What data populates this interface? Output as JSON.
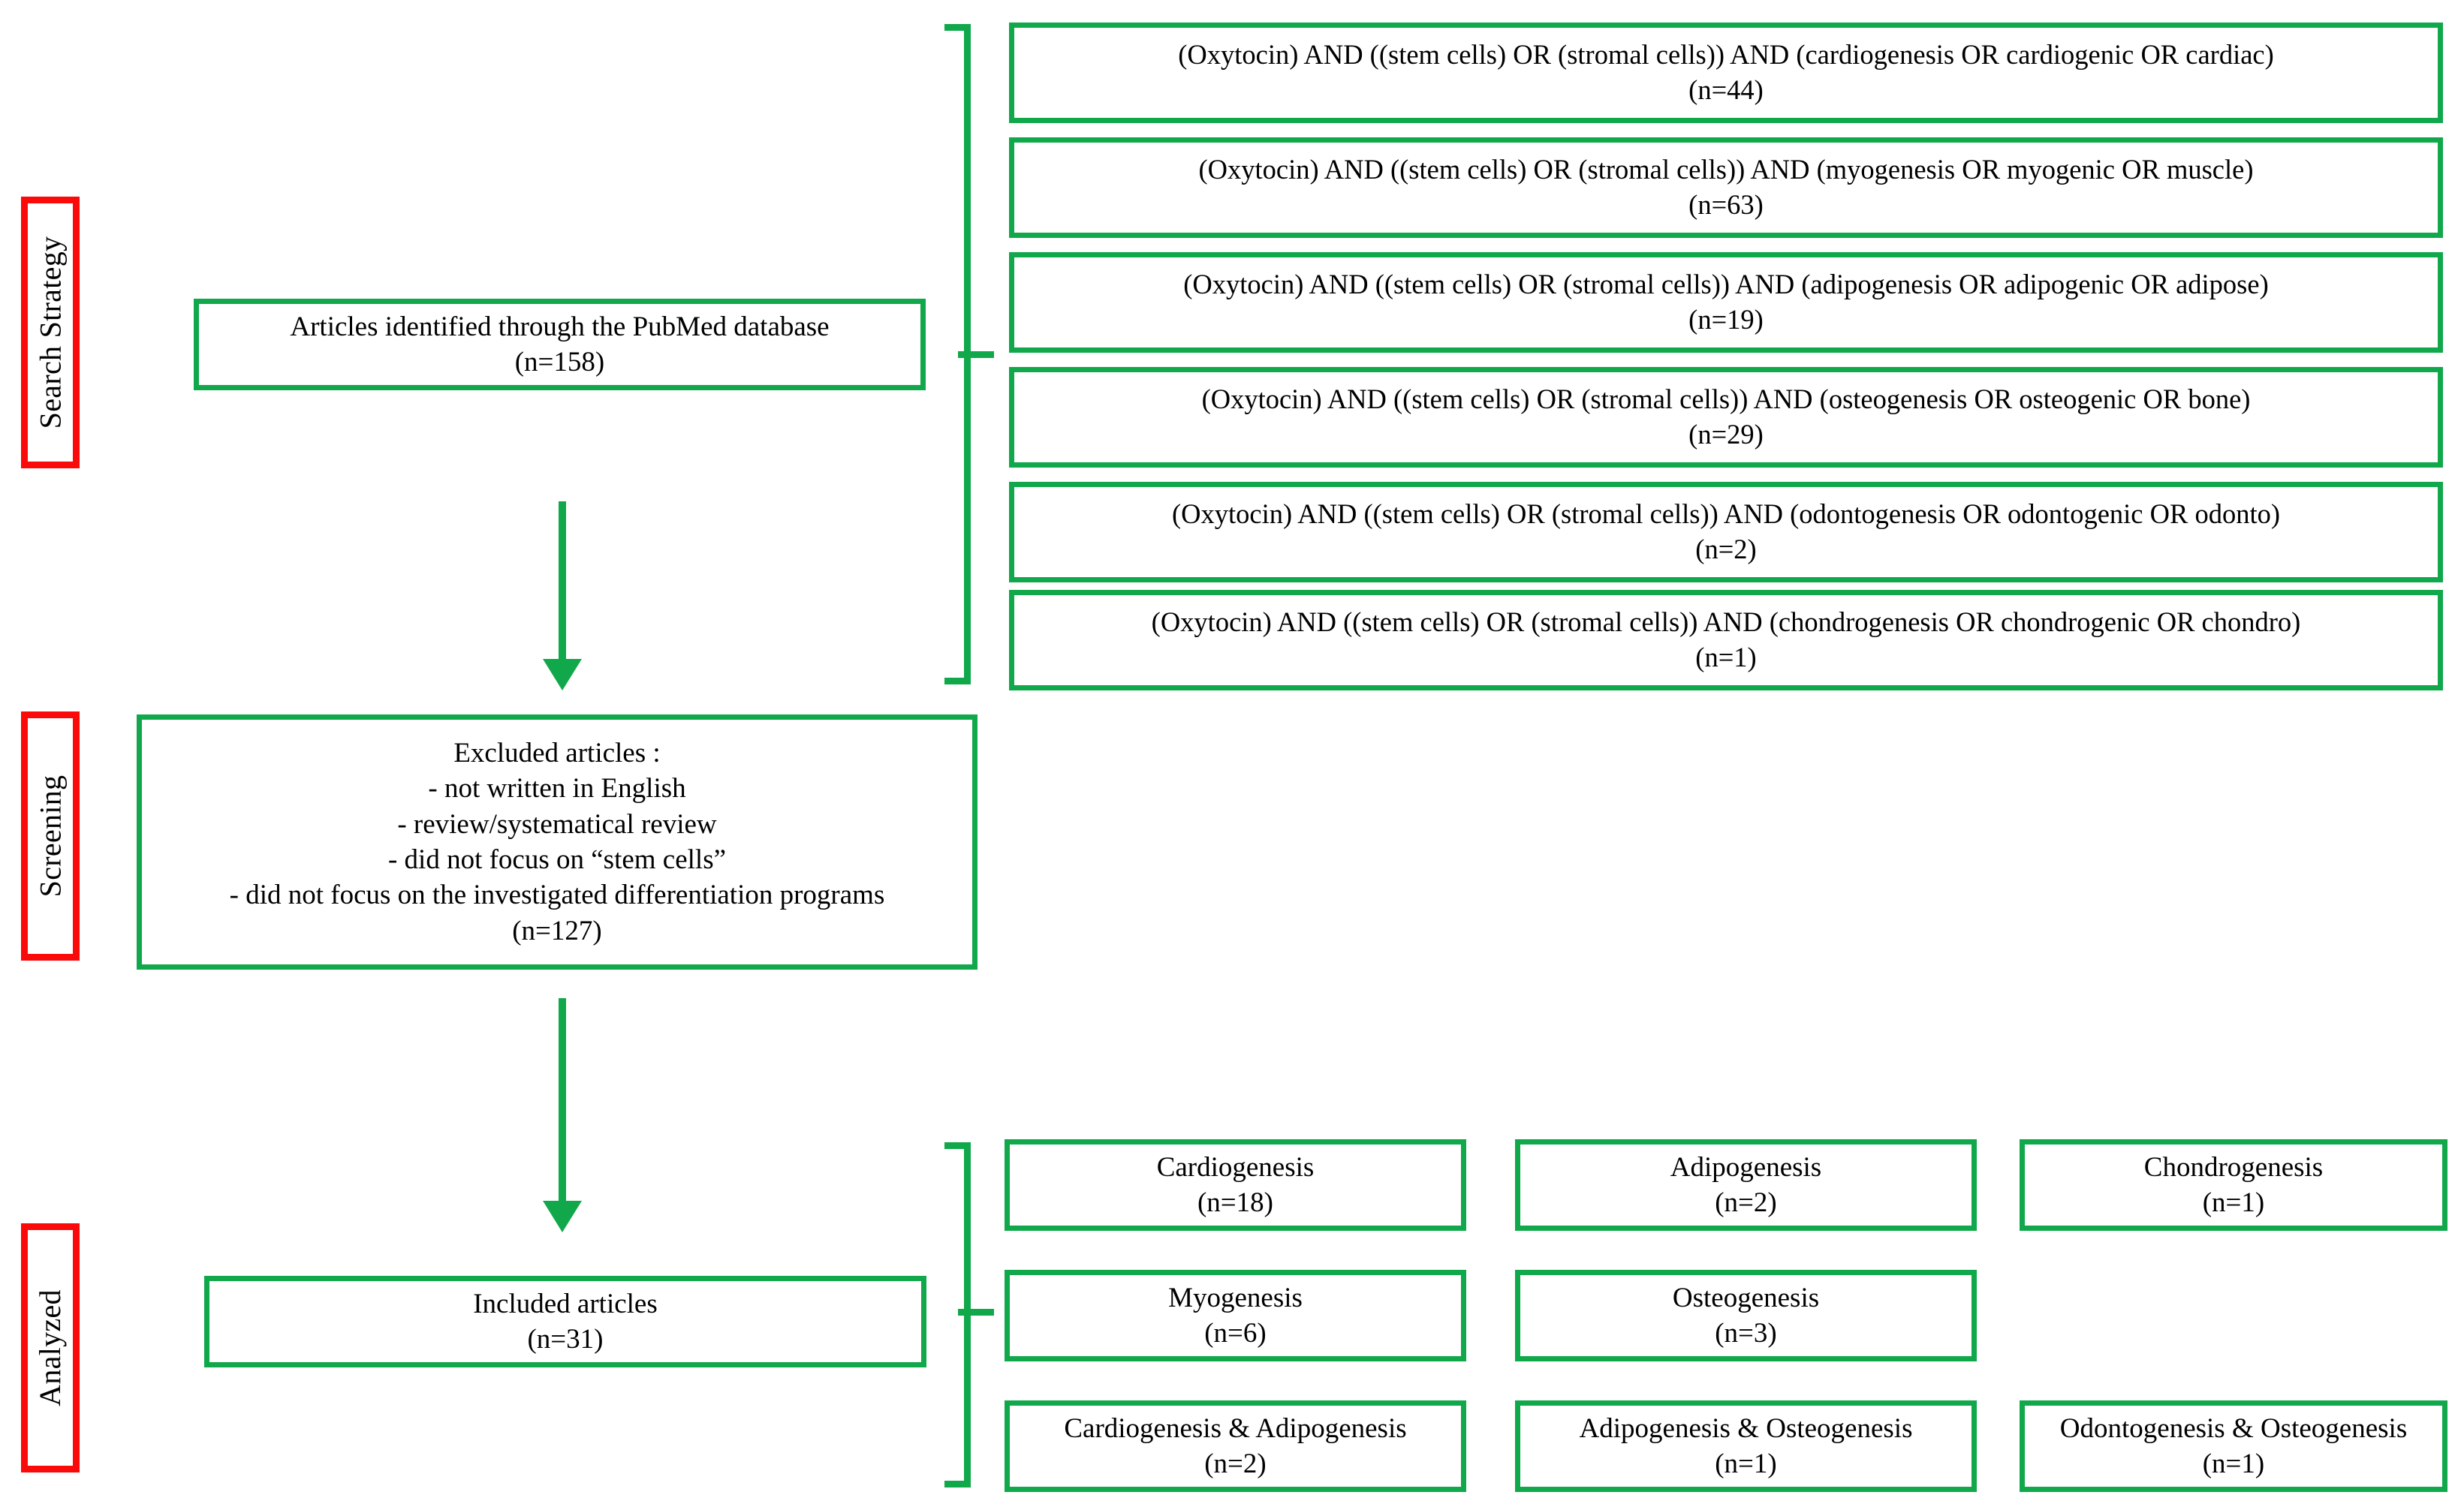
{
  "figure": {
    "type": "prisma-flow-diagram",
    "accent_green": "#10a84a",
    "accent_red": "#fb0a0a"
  },
  "stages": [
    {
      "id": "search-strategy",
      "label": "Search Strategy"
    },
    {
      "id": "screening",
      "label": "Screening"
    },
    {
      "id": "analyzed",
      "label": "Analyzed"
    }
  ],
  "identification": {
    "box": {
      "line1": "Articles identified through the PubMed database",
      "line2": "(n=158)",
      "count": 158
    }
  },
  "queries": [
    {
      "query": "(Oxytocin) AND ((stem cells) OR (stromal cells)) AND (cardiogenesis OR cardiogenic OR cardiac)",
      "count_label": "(n=44)",
      "count": 44
    },
    {
      "query": "(Oxytocin) AND ((stem cells) OR (stromal cells)) AND (myogenesis OR myogenic OR muscle)",
      "count_label": "(n=63)",
      "count": 63
    },
    {
      "query": "(Oxytocin) AND ((stem cells) OR (stromal cells)) AND (adipogenesis OR adipogenic OR adipose)",
      "count_label": "(n=19)",
      "count": 19
    },
    {
      "query": "(Oxytocin) AND ((stem cells) OR (stromal cells)) AND (osteogenesis OR osteogenic OR bone)",
      "count_label": "(n=29)",
      "count": 29
    },
    {
      "query": "(Oxytocin) AND ((stem cells) OR (stromal cells)) AND (odontogenesis OR odontogenic OR odonto)",
      "count_label": "(n=2)",
      "count": 2
    },
    {
      "query": "(Oxytocin) AND ((stem cells) OR (stromal cells)) AND (chondrogenesis OR chondrogenic OR chondro)",
      "count_label": "(n=1)",
      "count": 1
    }
  ],
  "screening": {
    "box": {
      "title": "Excluded articles :",
      "reasons": [
        "- not written in English",
        "- review/systematical review",
        "- did not focus on “stem cells”",
        "- did not focus on the investigated differentiation programs"
      ],
      "count_label": "(n=127)",
      "count": 127
    }
  },
  "included": {
    "box": {
      "line1": "Included articles",
      "line2": "(n=31)",
      "count": 31
    }
  },
  "outcomes": [
    {
      "label": "Cardiogenesis",
      "count_label": "(n=18)",
      "count": 18,
      "row": 1,
      "col": 1
    },
    {
      "label": "Adipogenesis",
      "count_label": "(n=2)",
      "count": 2,
      "row": 1,
      "col": 2
    },
    {
      "label": "Chondrogenesis",
      "count_label": "(n=1)",
      "count": 1,
      "row": 1,
      "col": 3
    },
    {
      "label": "Myogenesis",
      "count_label": "(n=6)",
      "count": 6,
      "row": 2,
      "col": 1
    },
    {
      "label": "Osteogenesis",
      "count_label": "(n=3)",
      "count": 3,
      "row": 2,
      "col": 2
    },
    {
      "label": "Cardiogenesis & Adipogenesis",
      "count_label": "(n=2)",
      "count": 2,
      "row": 3,
      "col": 1
    },
    {
      "label": "Adipogenesis & Osteogenesis",
      "count_label": "(n=1)",
      "count": 1,
      "row": 3,
      "col": 2
    },
    {
      "label": "Odontogenesis & Osteogenesis",
      "count_label": "(n=1)",
      "count": 1,
      "row": 3,
      "col": 3
    }
  ]
}
